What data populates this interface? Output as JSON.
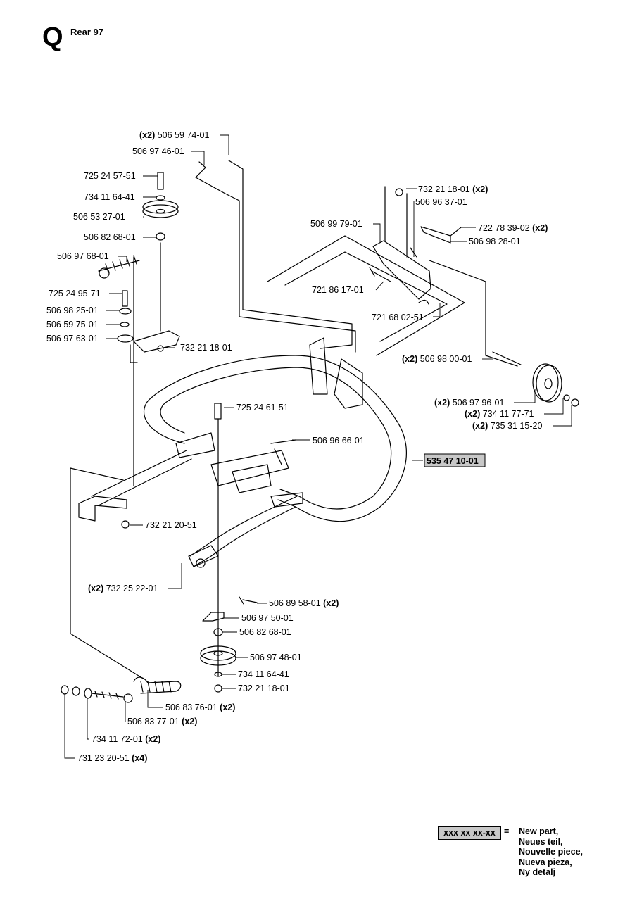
{
  "section": {
    "letter": "Q",
    "title": "Rear 97"
  },
  "parts": [
    {
      "id": "p01",
      "number": "506 59 74-01",
      "qty": "(x2)",
      "qty_side": "left"
    },
    {
      "id": "p02",
      "number": "506 97 46-01",
      "qty": "",
      "qty_side": "left"
    },
    {
      "id": "p03",
      "number": "725 24 57-51",
      "qty": "",
      "qty_side": "left"
    },
    {
      "id": "p04",
      "number": "734 11 64-41",
      "qty": "",
      "qty_side": "left"
    },
    {
      "id": "p05",
      "number": "506 53 27-01",
      "qty": "",
      "qty_side": "left"
    },
    {
      "id": "p06",
      "number": "506 82 68-01",
      "qty": "",
      "qty_side": "left"
    },
    {
      "id": "p07",
      "number": "506 97 68-01",
      "qty": "",
      "qty_side": "left"
    },
    {
      "id": "p08",
      "number": "725 24 95-71",
      "qty": "",
      "qty_side": "left"
    },
    {
      "id": "p09",
      "number": "506 98 25-01",
      "qty": "",
      "qty_side": "left"
    },
    {
      "id": "p10",
      "number": "506 59 75-01",
      "qty": "",
      "qty_side": "left"
    },
    {
      "id": "p11",
      "number": "506 97 63-01",
      "qty": "",
      "qty_side": "left"
    },
    {
      "id": "p12",
      "number": "732 21 18-01",
      "qty": "",
      "qty_side": "right"
    },
    {
      "id": "p13",
      "number": "732 21 18-01",
      "qty": "(x2)",
      "qty_side": "right"
    },
    {
      "id": "p14",
      "number": "506 96 37-01",
      "qty": "",
      "qty_side": "right"
    },
    {
      "id": "p15",
      "number": "722 78 39-02",
      "qty": "(x2)",
      "qty_side": "right"
    },
    {
      "id": "p16",
      "number": "506 99 79-01",
      "qty": "",
      "qty_side": "left"
    },
    {
      "id": "p17",
      "number": "506 98 28-01",
      "qty": "",
      "qty_side": "right"
    },
    {
      "id": "p18",
      "number": "721 86 17-01",
      "qty": "",
      "qty_side": "right"
    },
    {
      "id": "p19",
      "number": "721 68 02-51",
      "qty": "",
      "qty_side": "right"
    },
    {
      "id": "p20",
      "number": "506 98 00-01",
      "qty": "(x2)",
      "qty_side": "left"
    },
    {
      "id": "p21",
      "number": "506 97 96-01",
      "qty": "(x2)",
      "qty_side": "left"
    },
    {
      "id": "p22",
      "number": "734 11 77-71",
      "qty": "(x2)",
      "qty_side": "left"
    },
    {
      "id": "p23",
      "number": "735 31 15-20",
      "qty": "(x2)",
      "qty_side": "left"
    },
    {
      "id": "p24",
      "number": "725 24 61-51",
      "qty": "",
      "qty_side": "right"
    },
    {
      "id": "p25",
      "number": "506 96 66-01",
      "qty": "",
      "qty_side": "right"
    },
    {
      "id": "p26",
      "number": "535 47 10-01",
      "qty": "",
      "qty_side": "right",
      "new_part": true
    },
    {
      "id": "p27",
      "number": "732 21 20-51",
      "qty": "",
      "qty_side": "right"
    },
    {
      "id": "p28",
      "number": "732 25 22-01",
      "qty": "(x2)",
      "qty_side": "left"
    },
    {
      "id": "p29",
      "number": "506 89 58-01",
      "qty": "(x2)",
      "qty_side": "right"
    },
    {
      "id": "p30",
      "number": "506 97 50-01",
      "qty": "",
      "qty_side": "right"
    },
    {
      "id": "p31",
      "number": "506 82 68-01",
      "qty": "",
      "qty_side": "right"
    },
    {
      "id": "p32",
      "number": "506 97 48-01",
      "qty": "",
      "qty_side": "right"
    },
    {
      "id": "p33",
      "number": "734 11 64-41",
      "qty": "",
      "qty_side": "right"
    },
    {
      "id": "p34",
      "number": "732 21 18-01",
      "qty": "",
      "qty_side": "right"
    },
    {
      "id": "p35",
      "number": "506 83 76-01",
      "qty": "(x2)",
      "qty_side": "right"
    },
    {
      "id": "p36",
      "number": "506 83 77-01",
      "qty": "(x2)",
      "qty_side": "right"
    },
    {
      "id": "p37",
      "number": "734 11 72-01",
      "qty": "(x2)",
      "qty_side": "right"
    },
    {
      "id": "p38",
      "number": "731 23 20-51",
      "qty": "(x4)",
      "qty_side": "right"
    }
  ],
  "legend": {
    "swatch_label": "xxx xx xx-xx",
    "equals": "=",
    "lines": [
      "New part,",
      "Neues teil,",
      "Nouvelle piece,",
      "Nueva pieza,",
      "Ny detalj"
    ]
  },
  "colors": {
    "new_part_fill": "#c8c8c8",
    "line": "#000000"
  }
}
